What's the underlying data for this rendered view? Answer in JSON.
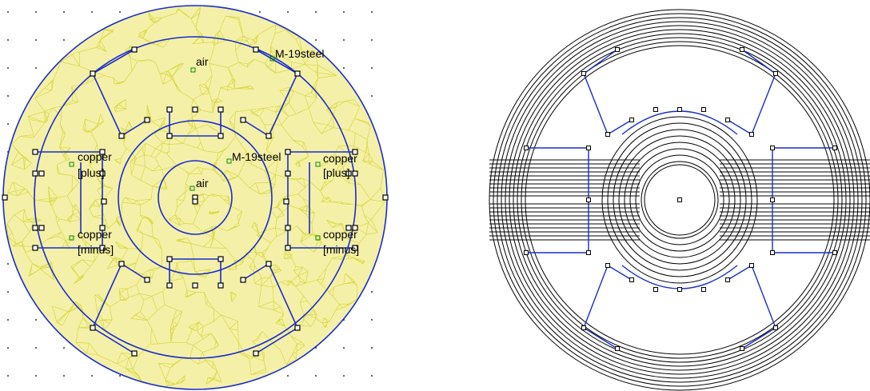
{
  "left_panel": {
    "labels": {
      "air_top": "air",
      "steel_top": "M-19steel",
      "steel_mid": "M-19steel",
      "air_center": "air",
      "copper_left_plus_1": "copper",
      "copper_left_plus_2": "[plus]",
      "copper_right_plus_1": "copper",
      "copper_right_plus_2": "[plus]",
      "copper_left_minus_1": "copper",
      "copper_left_minus_2": "[minus]",
      "copper_right_minus_1": "copper",
      "copper_right_minus_2": "[minus]"
    }
  },
  "colors": {
    "mesh": "#d8d840",
    "mesh_fill": "#e8e070",
    "geometry": "#1a2ccc",
    "node": "#000000",
    "label_marker": "#0a8a0a",
    "flux_lines": "#000000"
  }
}
